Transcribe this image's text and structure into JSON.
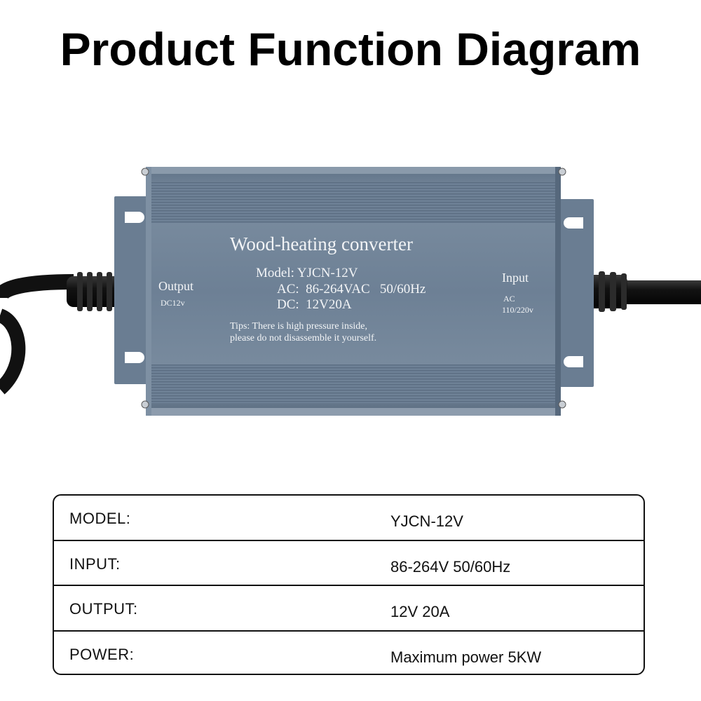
{
  "title": "Product Function Diagram",
  "device": {
    "name": "Wood-heating converter",
    "model_line": "Model: YJCN-12V",
    "ac_line": "AC:  86-264VAC   50/60Hz",
    "dc_line": "DC:  12V20A",
    "tips_line1": "Tips: There is high pressure inside,",
    "tips_line2": "please do not disassemble it yourself.",
    "output_label": "Output",
    "output_sub": "DC12v",
    "input_label": "Input",
    "input_sub1": "AC",
    "input_sub2": "110/220v",
    "colors": {
      "housing": "#6c7f93",
      "cable": "#151515"
    }
  },
  "specs": [
    {
      "key": "MODEL:",
      "value": "YJCN-12V"
    },
    {
      "key": "INPUT:",
      "value": "86-264V 50/60Hz"
    },
    {
      "key": "OUTPUT:",
      "value": "12V 20A"
    },
    {
      "key": "POWER:",
      "value": "Maximum power 5KW"
    }
  ]
}
